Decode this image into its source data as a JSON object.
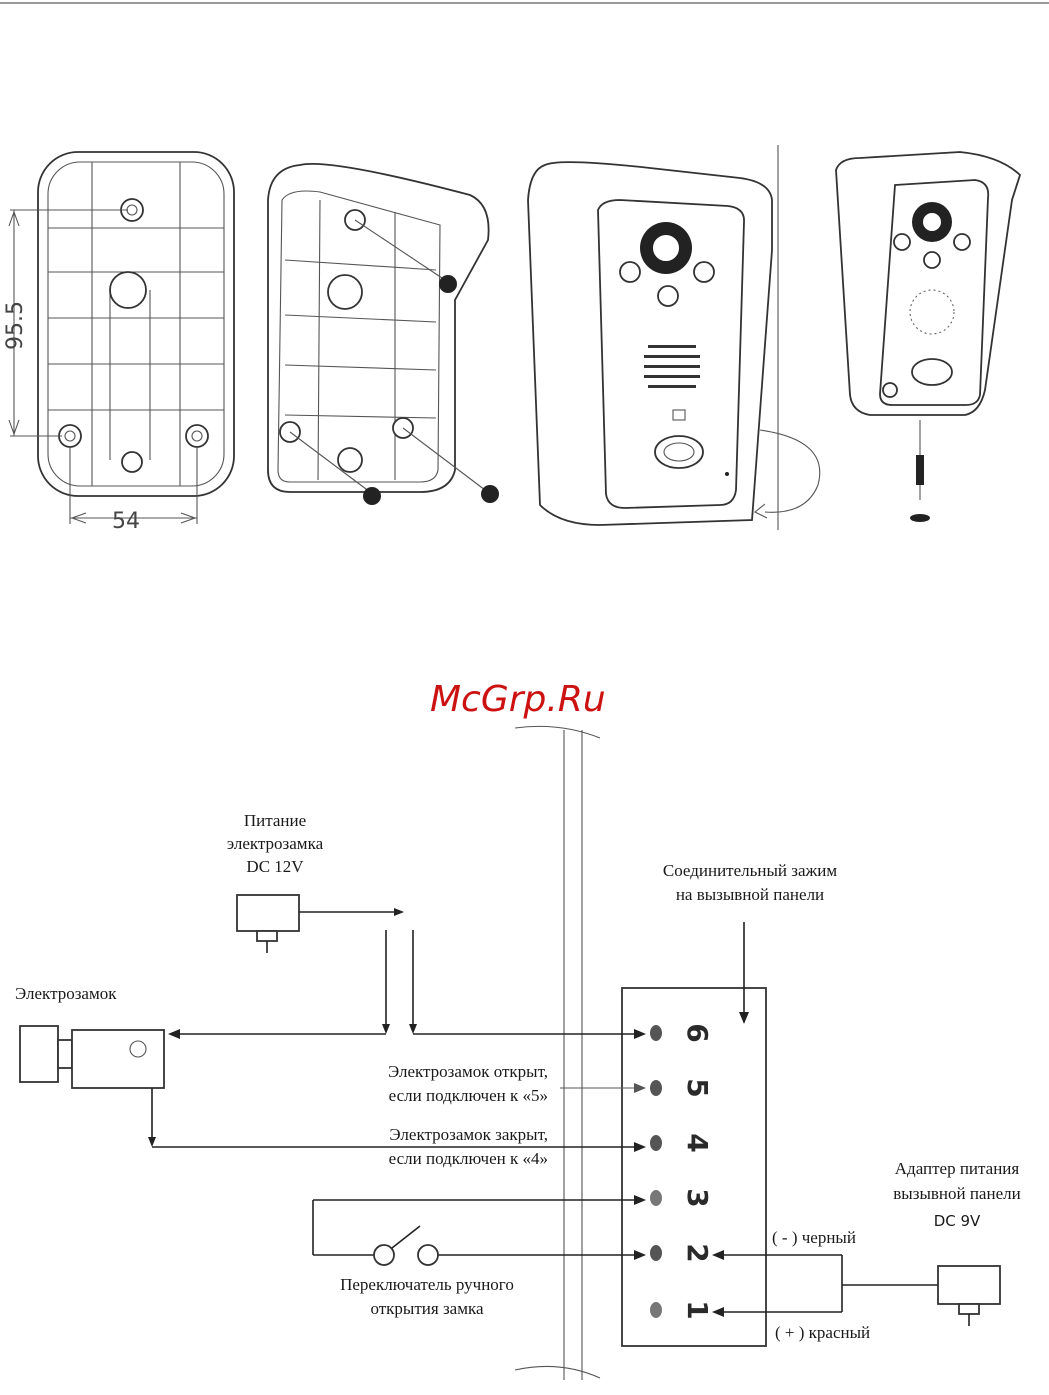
{
  "dimensions": {
    "height": "95.5",
    "width": "54"
  },
  "watermark": "McGrp.Ru",
  "labels": {
    "lock_power": [
      "Питание",
      "электрозамка",
      "DC 12V"
    ],
    "terminal": [
      "Соединительный зажим",
      "на вызывной панели"
    ],
    "lock": "Электрозамок",
    "lock_open": [
      "Электрозамок открыт,",
      "если подключен к «5»"
    ],
    "lock_closed": [
      "Электрозамок закрыт,",
      "если подключен к «4»"
    ],
    "switch": [
      "Переключатель ручного",
      "открытия замка"
    ],
    "adapter": [
      "Адаптер питания",
      "вызывной панели",
      "DC 9V"
    ],
    "black": "( - ) черный",
    "red": "( + ) красный"
  },
  "terminals": [
    "6",
    "5",
    "4",
    "3",
    "2",
    "1"
  ]
}
